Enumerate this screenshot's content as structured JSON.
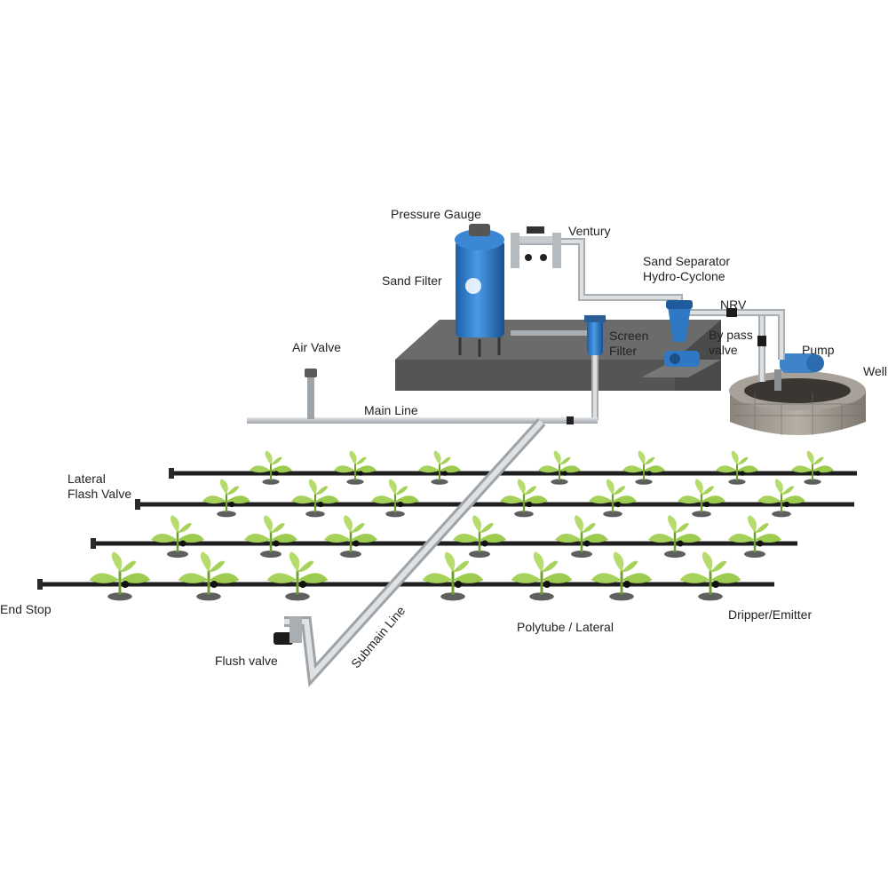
{
  "labels": {
    "pressure_gauge": "Pressure Gauge",
    "ventury": "Ventury",
    "sand_filter": "Sand Filter",
    "sand_separator": "Sand Separator\nHydro-Cyclone",
    "nrv": "NRV",
    "by_pass_valve": "By pass\nvalve",
    "pump": "Pump",
    "well": "Well",
    "screen_filter": "Screen\nFilter",
    "air_valve": "Air Valve",
    "main_line": "Main Line",
    "lateral_flash_valve": "Lateral\nFlash Valve",
    "end_stop": "End Stop",
    "submain_line": "Submain Line",
    "flush_valve": "Flush valve",
    "polytube_lateral": "Polytube / Lateral",
    "dripper_emitter": "Dripper/Emitter"
  },
  "colors": {
    "tank_blue": "#2e7fd0",
    "pipe_gray": "#c4c8cc",
    "platform_dark": "#5c5c5c",
    "lateral_black": "#1f1f1f",
    "plant_green": "#a6d15a",
    "well_stone": "#9a948c"
  },
  "icons": {
    "sand_filter": "sand-filter-tank-icon",
    "screen_filter": "screen-filter-icon",
    "hydro_cyclone": "hydro-cyclone-icon",
    "pump": "pump-icon",
    "well": "well-icon",
    "plant": "plant-seedling-icon"
  }
}
